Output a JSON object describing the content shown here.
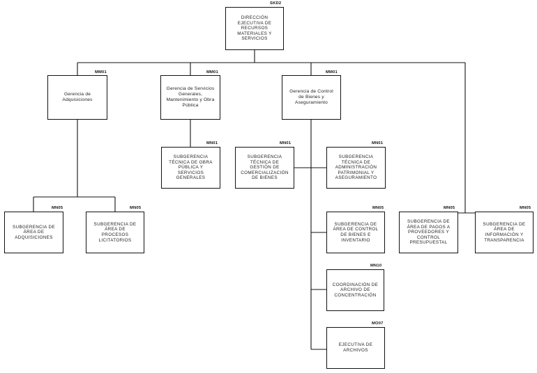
{
  "nodes": {
    "root": {
      "title": "DIRECCIÓN EJECUTIVA DE RECURSOS MATERIALES Y SERVICIOS",
      "code": "SKD2"
    },
    "g1": {
      "title": "Gerencia de Adquisiciones",
      "code": "MM01"
    },
    "g2": {
      "title": "Gerencia de Servicios Generales, Mantenimiento y Obra Pública",
      "code": "MM01"
    },
    "g3": {
      "title": "Gerencia de Control de Bienes y Aseguramiento",
      "code": "MM01"
    },
    "s_obra": {
      "title": "SUBGERENCIA TÉCNICA DE OBRA PÚBLICA Y SERVICIOS GENERALES",
      "code": "MN01"
    },
    "s_area_adq": {
      "title": "SUBGERENCIA DE ÁREA DE ADQUISICIONES",
      "code": "MN05"
    },
    "s_area_proc": {
      "title": "SUBGERENCIA DE ÁREA DE PROCESOS LICITATORIOS",
      "code": "MN05"
    },
    "s_gestion": {
      "title": "SUBGERENCIA TÉCNICA DE GESTIÓN DE COMERCIALIZACIÓN DE BIENES",
      "code": "MN01"
    },
    "s_admin": {
      "title": "SUBGERENCIA TÉCNICA DE ADMINISTRACIÓN PATRIMONIAL Y ASEGURAMIENTO",
      "code": "MN01"
    },
    "s_control": {
      "title": "SUBGERENCIA DE ÁREA DE CONTROL DE BIENES E INVENTARIO",
      "code": "MN05"
    },
    "coord": {
      "title": "COORDINACIÓN DE ARCHIVO DE CONCENTRACIÓN",
      "code": "MN10"
    },
    "ejec": {
      "title": "EJECUTIVA DE ARCHIVOS",
      "code": "MO07"
    },
    "s_pagos": {
      "title": "SUBGERENCIA DE ÁREA DE PAGOS A PROVEEDORES Y CONTROL PRESUPUESTAL",
      "code": "MN05"
    },
    "s_info": {
      "title": "SUBGERENCIA DE ÁREA DE INFORMACIÓN Y TRANSPARENCIA",
      "code": "MN05"
    }
  }
}
